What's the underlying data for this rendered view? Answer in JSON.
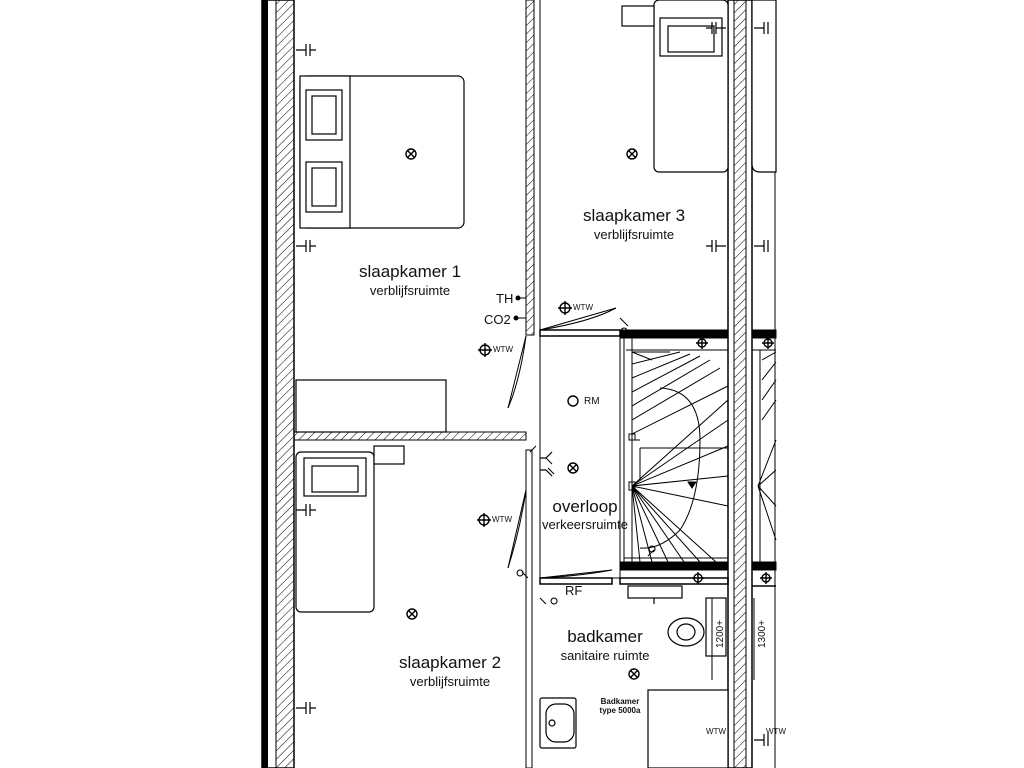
{
  "rooms": {
    "slaapkamer1": {
      "name": "slaapkamer 1",
      "type": "verblijfsruimte"
    },
    "slaapkamer2": {
      "name": "slaapkamer 2",
      "type": "verblijfsruimte"
    },
    "slaapkamer3": {
      "name": "slaapkamer 3",
      "type": "verblijfsruimte"
    },
    "overloop": {
      "name": "overloop",
      "type": "verkeersruimte"
    },
    "badkamer": {
      "name": "badkamer",
      "type": "sanitaire ruimte"
    }
  },
  "symbols": {
    "th": "TH",
    "co2": "CO2",
    "rf": "RF",
    "rm": "RM",
    "wtw": "WTW"
  },
  "fixtures": {
    "badkamer_note_line1": "Badkamer",
    "badkamer_note_line2": "type 5000a",
    "dim_left": "1200+",
    "dim_right": "1300+"
  }
}
